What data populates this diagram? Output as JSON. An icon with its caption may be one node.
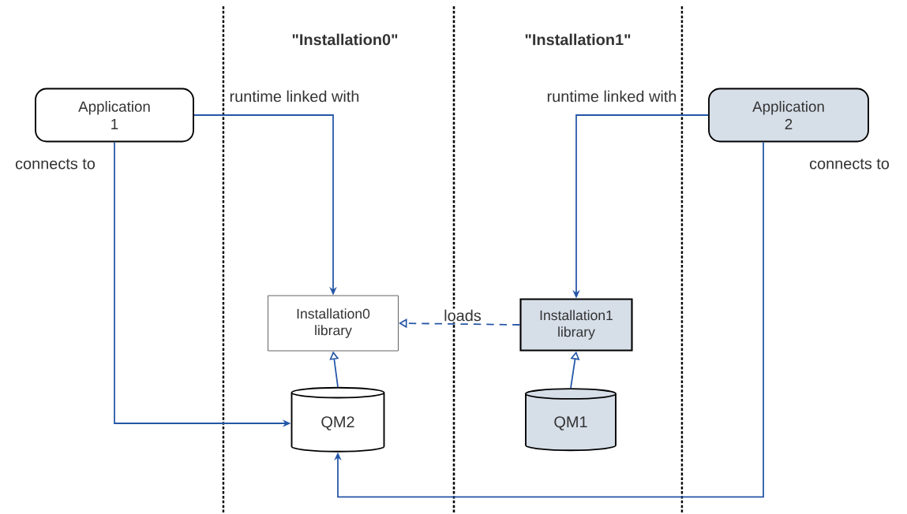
{
  "diagram": {
    "nodes": [
      {
        "text": [
          "Application 1"
        ]
      },
      {
        "text": [
          "Application 2"
        ]
      },
      {
        "text": [
          "Installation0 library"
        ]
      },
      {
        "text": [
          "Installation1 library"
        ]
      },
      {
        "text": [
          "QM2"
        ]
      },
      {
        "text": [
          "QM1"
        ]
      }
    ],
    "edges": [
      {
        "from": 0,
        "to": 2,
        "arrow": "to",
        "label": "runtime linked with"
      },
      {
        "from": 0,
        "to": 4,
        "arrow": "to",
        "label": "connects to"
      },
      {
        "from": 1,
        "to": 3,
        "arrow": "to",
        "label": "runtime linked with"
      },
      {
        "from": 1,
        "to": 4,
        "arrow": "to",
        "label": "connects to"
      },
      {
        "from": 4,
        "to": 2,
        "arrow": "to"
      },
      {
        "from": 5,
        "to": 3,
        "arrow": "to"
      },
      {
        "from": 3,
        "to": 2,
        "arrow": "to",
        "label": "loads",
        "style": "dashed"
      }
    ],
    "labels": [
      "\"Installation0\"",
      "\"Installation1\""
    ]
  }
}
